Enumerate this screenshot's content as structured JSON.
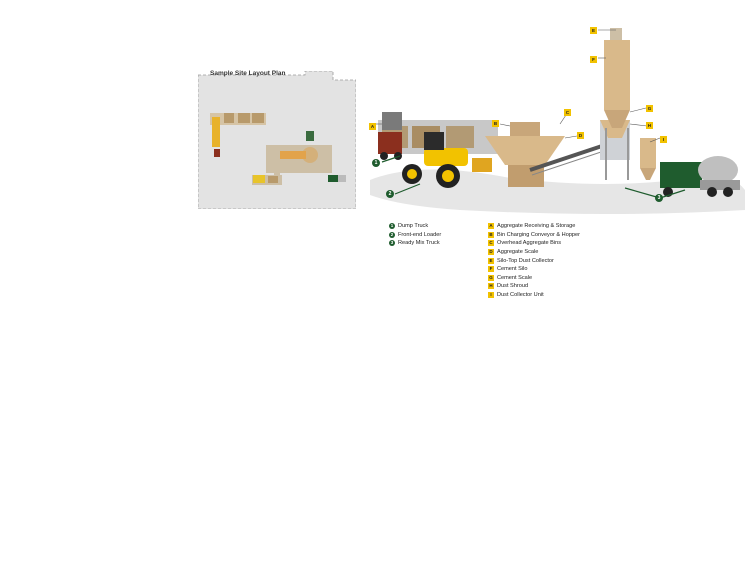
{
  "plan": {
    "title": "Sample Site Layout Plan"
  },
  "legend_equipment": [
    {
      "num": "1",
      "label": "Dump Truck"
    },
    {
      "num": "2",
      "label": "Front-end Loader"
    },
    {
      "num": "3",
      "label": "Ready Mix Truck"
    }
  ],
  "legend_components": [
    {
      "letter": "A",
      "label": "Aggregate Receiving & Storage"
    },
    {
      "letter": "B",
      "label": "Bin Charging Conveyor & Hopper"
    },
    {
      "letter": "C",
      "label": "Overhead Aggregate Bins"
    },
    {
      "letter": "D",
      "label": "Aggregate Scale"
    },
    {
      "letter": "E",
      "label": "Silo-Top Dust Collector"
    },
    {
      "letter": "F",
      "label": "Cement Silo"
    },
    {
      "letter": "G",
      "label": "Cement Scale"
    },
    {
      "letter": "H",
      "label": "Dust Shroud"
    },
    {
      "letter": "I",
      "label": "Dust Collector Unit"
    }
  ],
  "colors": {
    "brand_green": "#1f5c2e",
    "accent_yellow": "#f2c200",
    "plant_tan": "#d9b98a",
    "ground_gray": "#e6e6e6"
  }
}
